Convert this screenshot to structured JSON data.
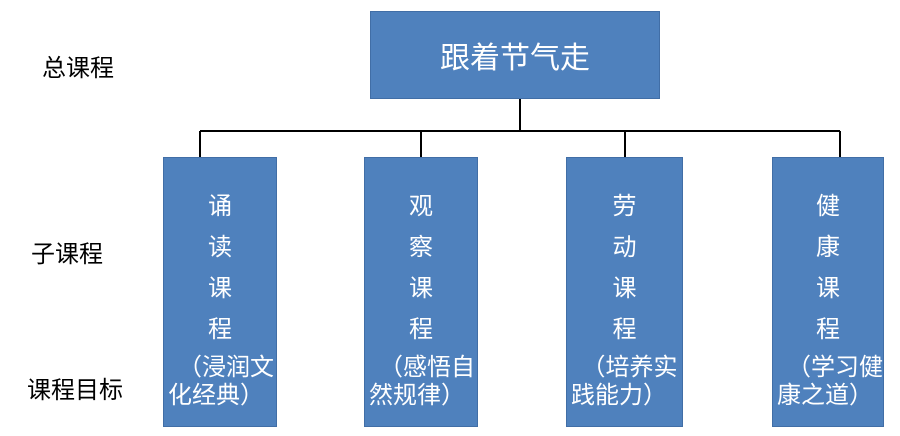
{
  "row_labels": {
    "total": "总课程",
    "sub": "子课程",
    "goal": "课程目标"
  },
  "root": {
    "label": "跟着节气走"
  },
  "children": [
    {
      "title": "诵读课程",
      "goal_line1": "（浸润文",
      "goal_line2": "化经典）"
    },
    {
      "title": "观察课程",
      "goal_line1": "（感悟自",
      "goal_line2": "然规律）"
    },
    {
      "title": "劳动课程",
      "goal_line1": "（培养实",
      "goal_line2": "践能力）"
    },
    {
      "title": "健康课程",
      "goal_line1": "（学习健",
      "goal_line2": "康之道）"
    }
  ],
  "colors": {
    "box_fill": "#4f81bd",
    "box_border": "#416ea6",
    "connector": "#000000"
  }
}
